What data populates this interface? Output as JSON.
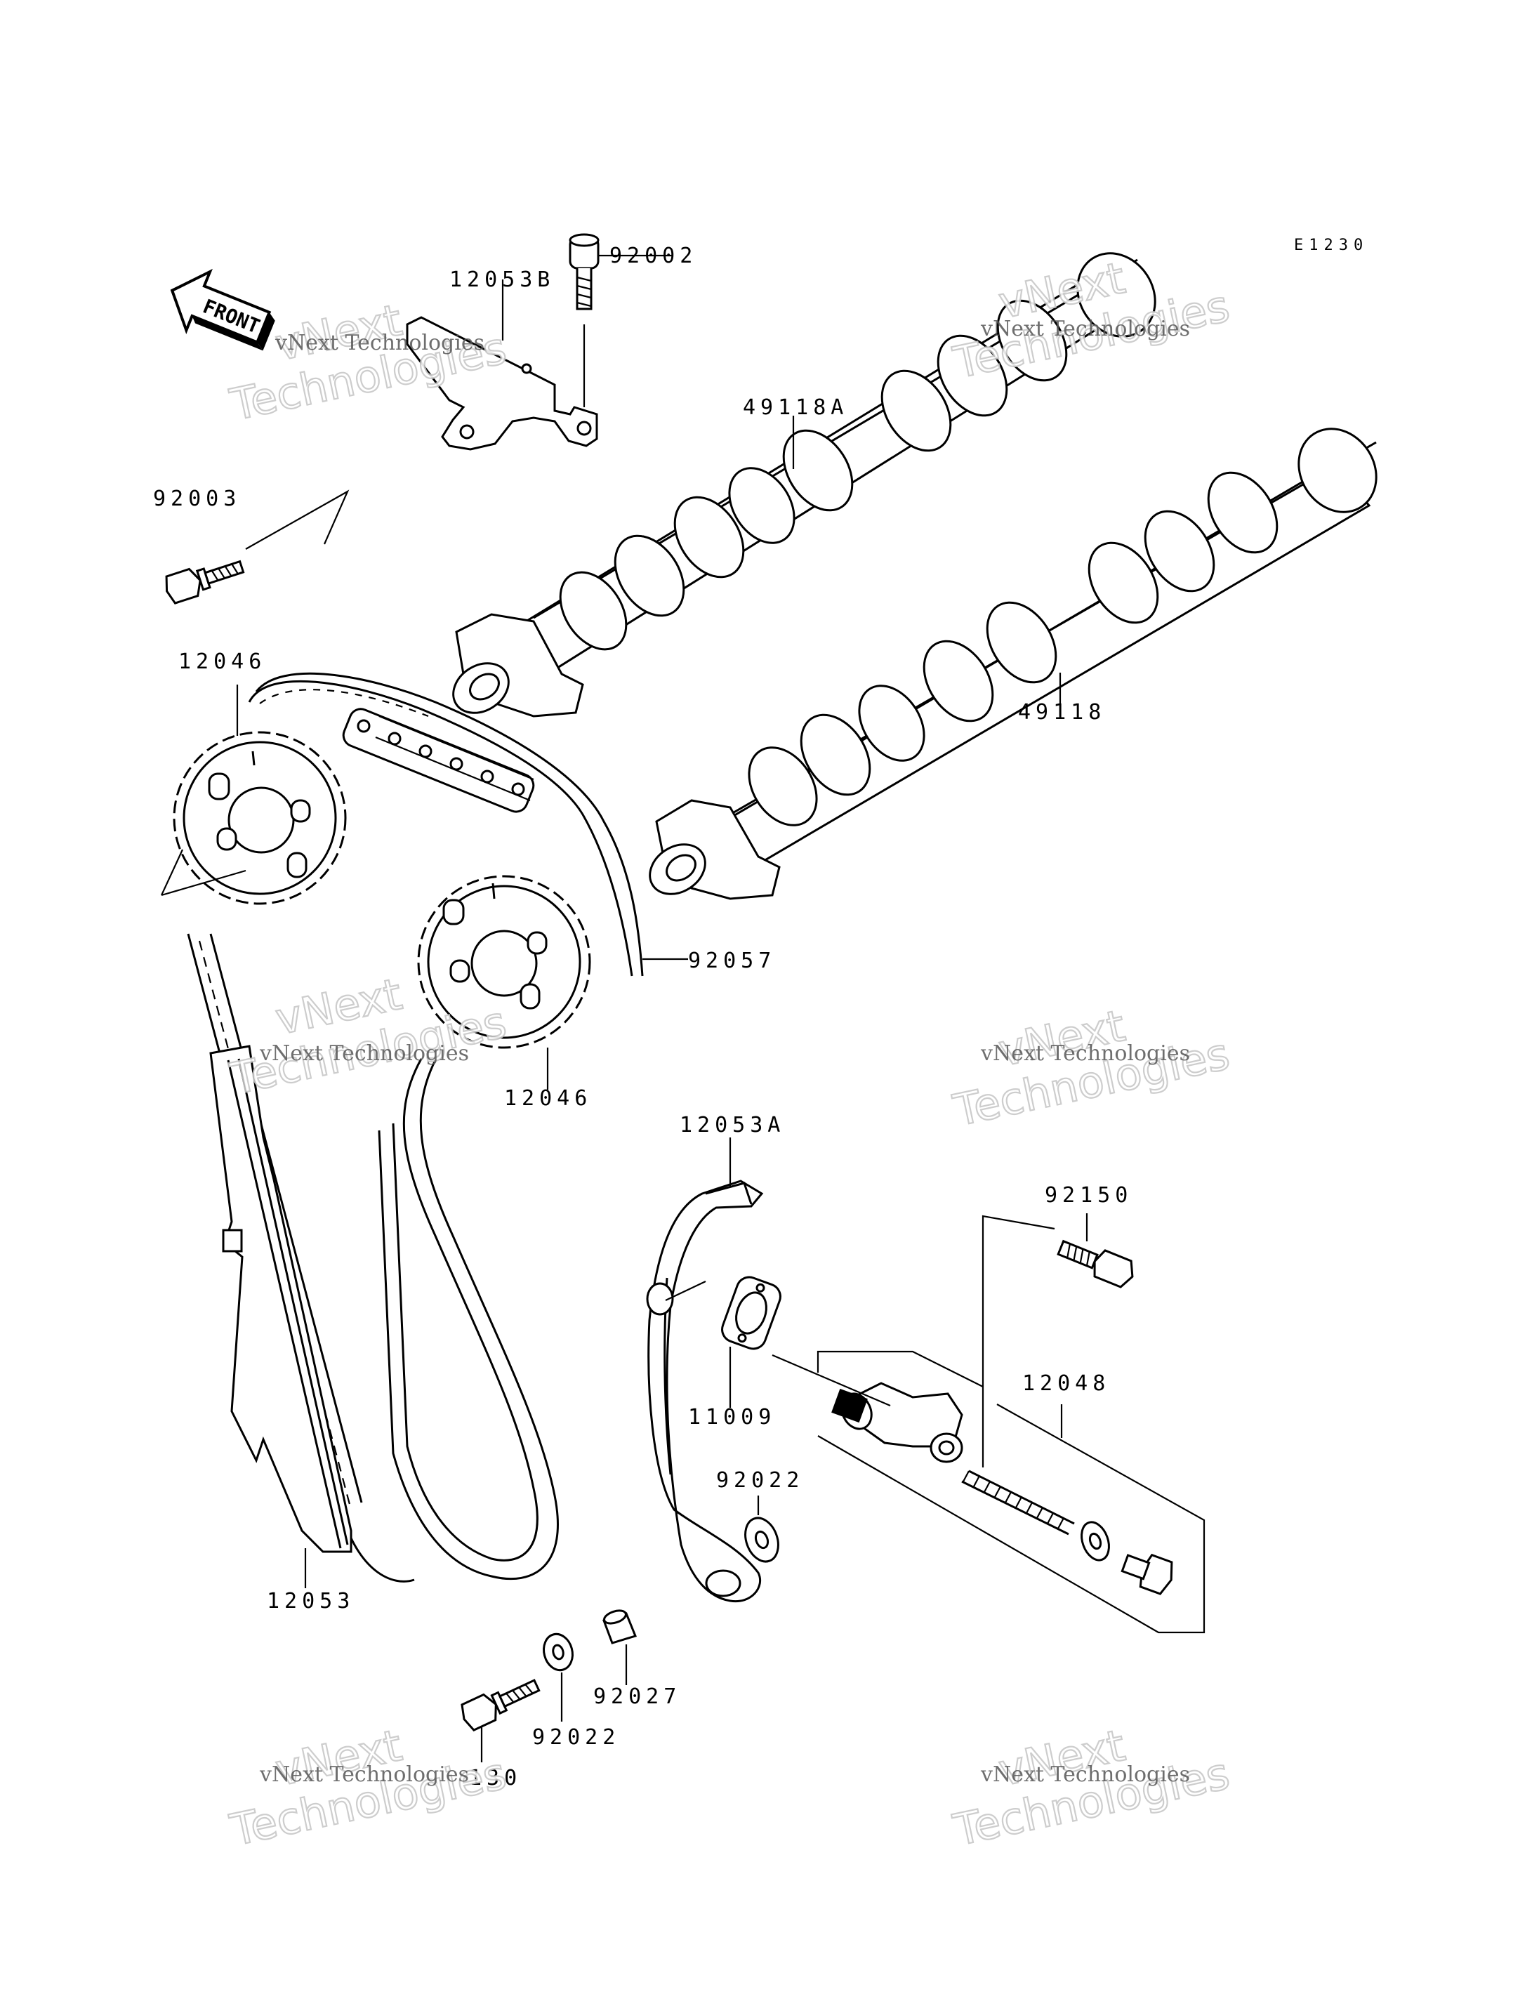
{
  "ref_code": "E1230",
  "front_label": "FRONT",
  "parts": {
    "p92002": "92002",
    "p12053B": "12053B",
    "p92003": "92003",
    "p49118A": "49118A",
    "p12046_top": "12046",
    "p49118": "49118",
    "p92057": "92057",
    "p12046_bottom": "12046",
    "p12053A": "12053A",
    "p92150": "92150",
    "p12048": "12048",
    "p11009": "11009",
    "p92022_right": "92022",
    "p12053": "12053",
    "p92027": "92027",
    "p92022_left": "92022",
    "p130": "130"
  },
  "watermark": {
    "line1": "vNext",
    "line2": "Technologies",
    "small": "vNext Technologies"
  }
}
